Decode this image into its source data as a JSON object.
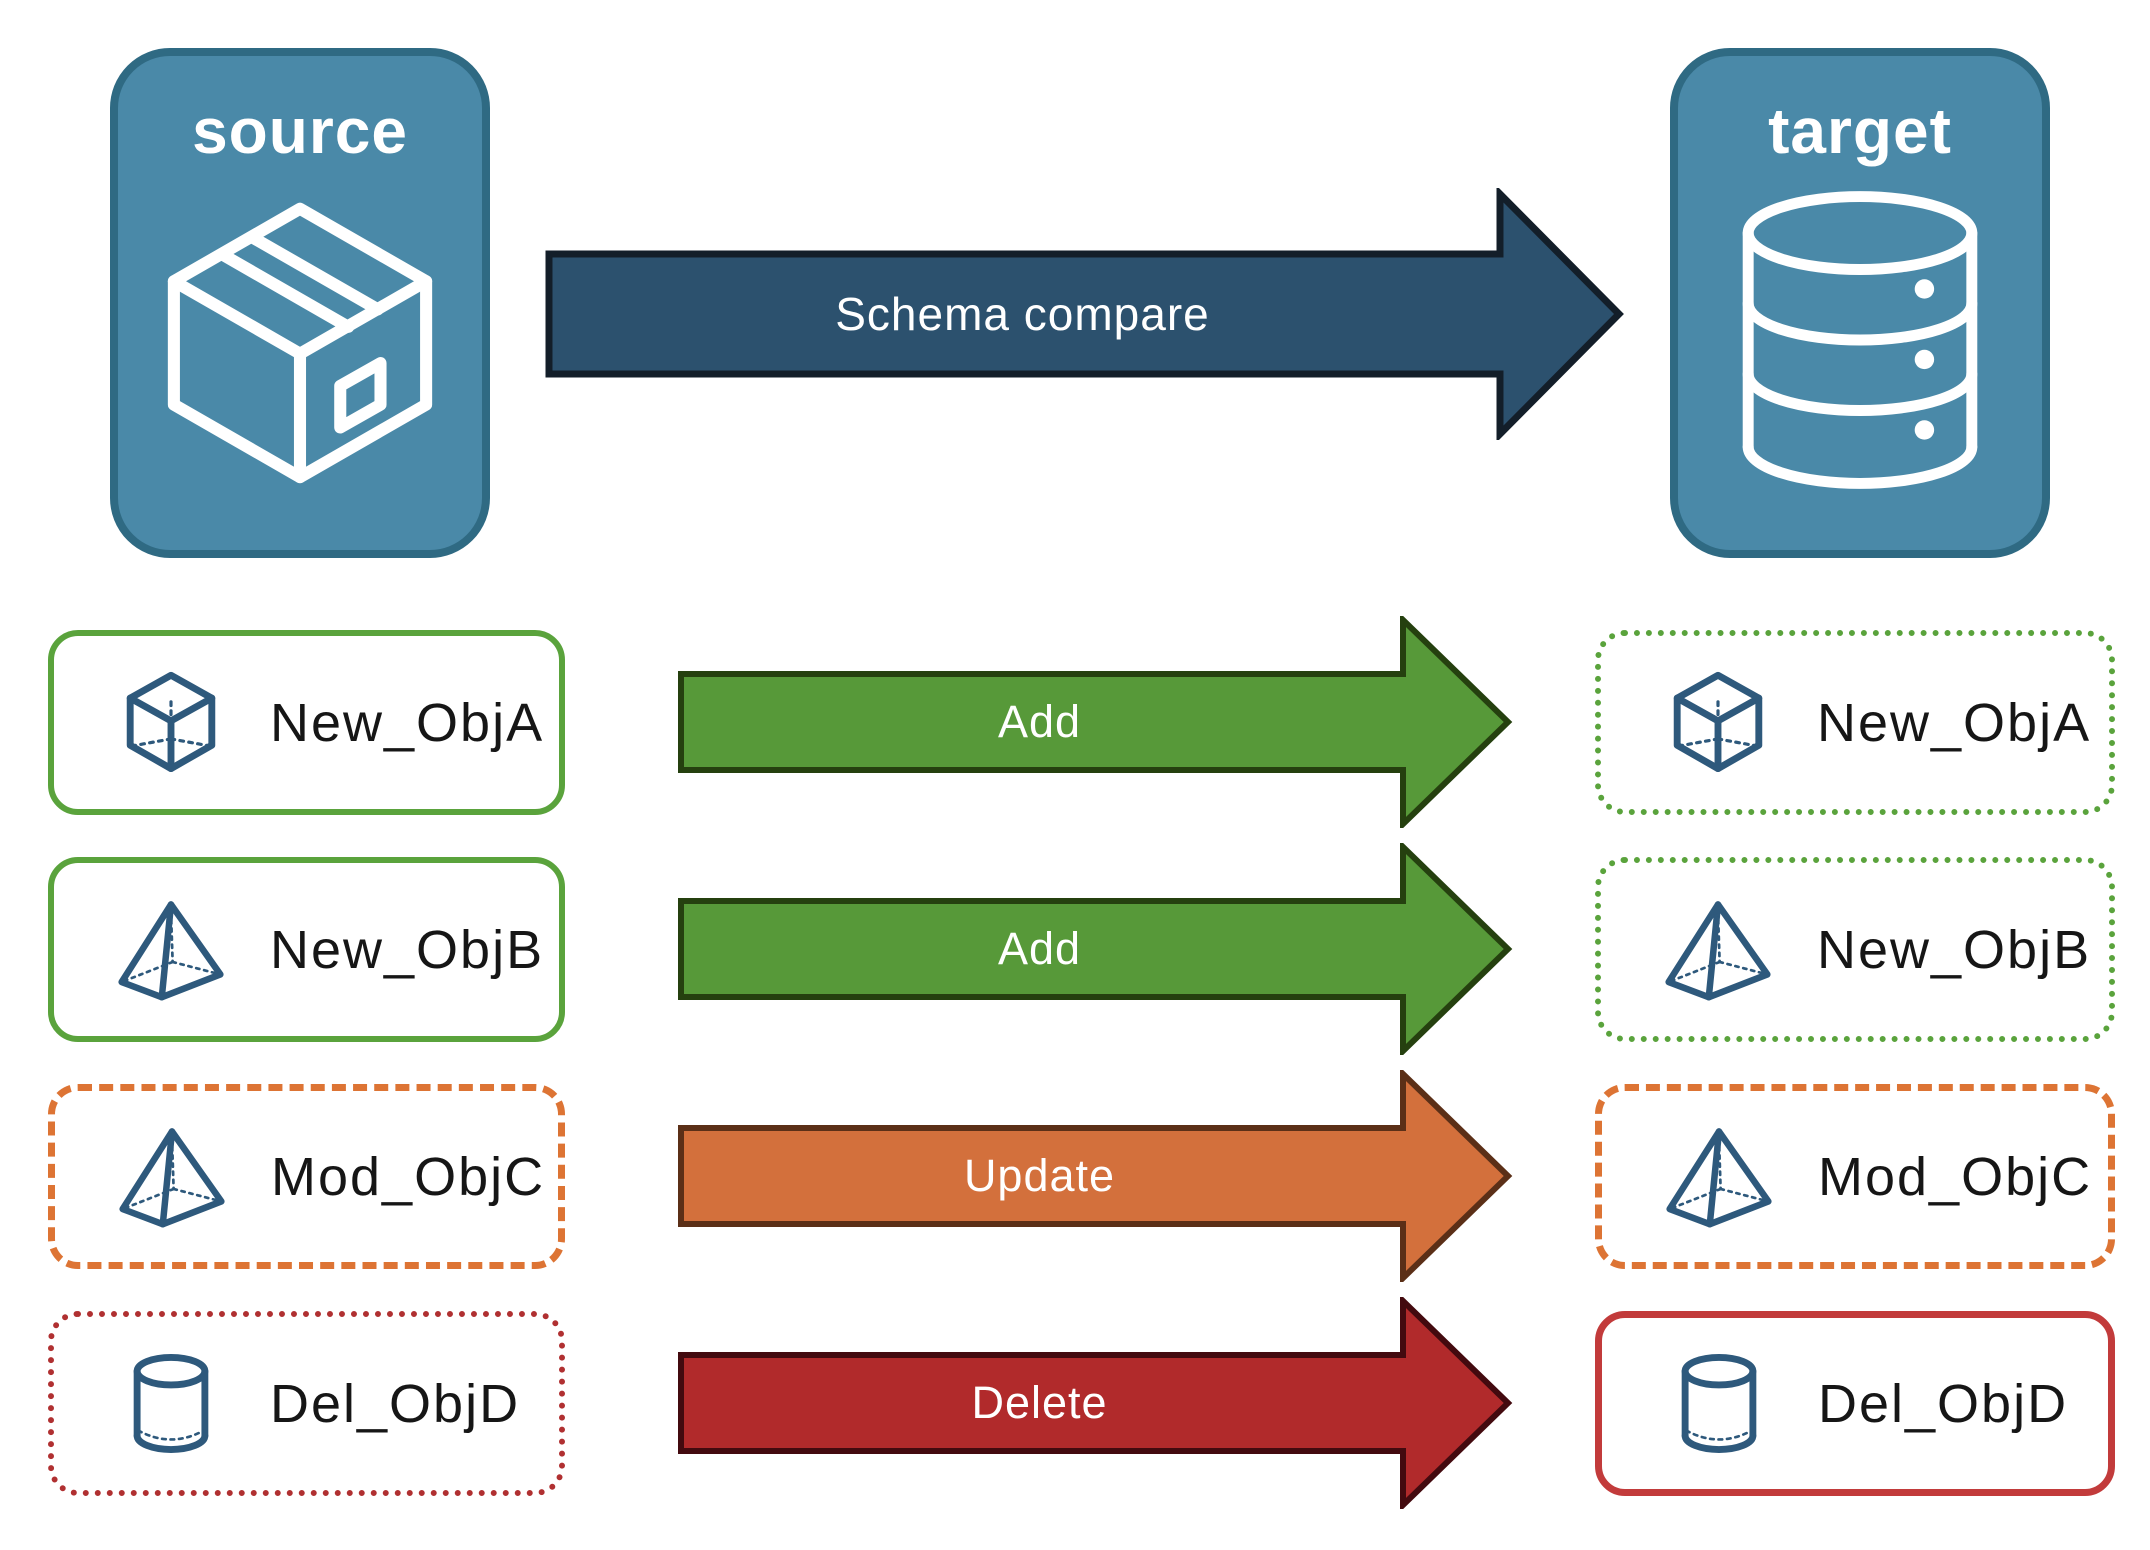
{
  "source_panel": {
    "label": "source",
    "icon": "package-icon"
  },
  "target_panel": {
    "label": "target",
    "icon": "database-icon"
  },
  "compare_arrow": {
    "label": "Schema compare"
  },
  "rows": [
    {
      "left": {
        "label": "New_ObjA",
        "icon": "cube-icon",
        "border_style": "solid-green"
      },
      "arrow": {
        "label": "Add",
        "color": "#579939"
      },
      "right": {
        "label": "New_ObjA",
        "icon": "cube-icon",
        "border_style": "dotted-green"
      }
    },
    {
      "left": {
        "label": "New_ObjB",
        "icon": "pyramid-icon",
        "border_style": "solid-green"
      },
      "arrow": {
        "label": "Add",
        "color": "#579939"
      },
      "right": {
        "label": "New_ObjB",
        "icon": "pyramid-icon",
        "border_style": "dotted-green"
      }
    },
    {
      "left": {
        "label": "Mod_ObjC",
        "icon": "pyramid-icon",
        "border_style": "dashed-orange"
      },
      "arrow": {
        "label": "Update",
        "color": "#d3703c"
      },
      "right": {
        "label": "Mod_ObjC",
        "icon": "pyramid-icon",
        "border_style": "dashed-orange"
      }
    },
    {
      "left": {
        "label": "Del_ObjD",
        "icon": "cylinder-icon",
        "border_style": "dotted-red"
      },
      "arrow": {
        "label": "Delete",
        "color": "#b12a2b"
      },
      "right": {
        "label": "Del_ObjD",
        "icon": "cylinder-icon",
        "border_style": "solid-red"
      }
    }
  ],
  "colors": {
    "panel_fill": "#4a89a8",
    "panel_border": "#2f6a83",
    "compare_arrow_fill": "#2c516e",
    "compare_arrow_outline": "#131e29",
    "add_green": "#579939",
    "add_green_outline": "#25400f",
    "update_orange": "#d3703c",
    "update_orange_outline": "#5b2f17",
    "delete_red": "#b12a2b",
    "delete_red_outline": "#430a0f",
    "green_border": "#5aa33c",
    "orange_border": "#dd7434",
    "red_dotted_border": "#b03031",
    "red_solid_border": "#c23b3b",
    "object_icon_blue": "#2e597c"
  }
}
